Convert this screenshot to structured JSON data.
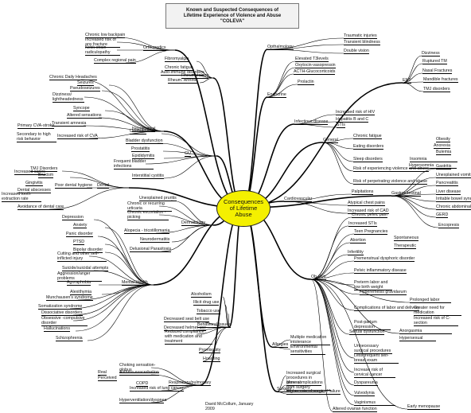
{
  "title": {
    "line1": "Known and Suspected Consequences of",
    "line2": "Lifetime Experience of Violence and Abuse",
    "line3": "\"COLEVA\""
  },
  "center": {
    "line1": "Consequences",
    "line2": "of Lifetime",
    "line3": "Abuse"
  },
  "author": {
    "line1": "David McCollum, January",
    "line2": "2009"
  },
  "labels": [
    "Orthopedics",
    "Chronic low backpain",
    "Increased risk of any fracture",
    "Neck strain-radiculopathy",
    "Complex regional pain",
    "Rheumatology",
    "Fibromyalgia",
    "Chronic fatigue",
    "Auto-immune disorders",
    "Rheum. Arthritis",
    "Neurological",
    "Chronic Daily Headaches",
    "Seizures",
    "Pseudoseizures",
    "Dizziness/ lightheadedness",
    "Syncope",
    "Altered sensations",
    "Transient amnesia",
    "Primary CVA-stroke",
    "Increased risk of CVA",
    "Secondary to high risk behavior",
    "GU",
    "Urethritis",
    "Bladder dysfunction",
    "Prostatitis",
    "Epididymitis",
    "Frequent bladder infections",
    "Interstitial cystitis",
    "Dental",
    "TMJ Disorders",
    "Bruxism",
    "Increased caries",
    "Gingivitis",
    "Poor dental hygiene",
    "Dental abscesses",
    "Increased tooth extraction rate",
    "Avoidance of dental care",
    "Dermatology",
    "Unexplained pruritis",
    "Chronic or recurring urticaria",
    "Chronic excoriation - picking",
    "Alopecia - tricotillomania",
    "Neurodermatitis",
    "Delusional Parasitosis",
    "Mental Health",
    "Depression",
    "Anxiety",
    "Panic disorder",
    "PTSD",
    "Bipolar disorder",
    "Cutting and other self-inflicted injury",
    "Suicide/suicidal attempts",
    "Aggression/anger problems",
    "Agoraphobia",
    "Alexithymia",
    "Munchausen's syndrome",
    "Somatization syndrome",
    "Dissociative disorders",
    "Obsessive -compulsive disorder",
    "Hallucinations",
    "Schizophrenia",
    "Behavioral Issues",
    "Alcoholism",
    "Illicit drug use",
    "Tobacco use",
    "Decreased seat belt use",
    "Decreased helmet use",
    "Reduced compliance with medication and treatment",
    "Promiscuity",
    "Hoarding",
    "Respiratory/pulmonary",
    "Choking sensation-globus",
    "Asthma exacerbation",
    "Real",
    "Perceived",
    "COPD",
    "Increased risk of lung cancer",
    "Hyperventilation/dyspnea",
    "Allergies",
    "Multiple medication intolerance",
    "Environmental sensitivities",
    "Surgery",
    "Increased surgical procedures in general",
    "More complications from surgery",
    "Higher rate of surgical failure",
    "Opthalmology",
    "Traumatic injuries",
    "Transient blindness",
    "Double vision",
    "Endocrine",
    "Elevated T3levels",
    "Oxytocin-vasopressin",
    "ACTH-Glucocorticoids",
    "Prolactin",
    "ENT",
    "Dizziness",
    "Ruptured TM",
    "Nasal Fractures",
    "Mandible fractures",
    "TMJ disorders",
    "Infectious disease",
    "Increased risk of HIV",
    "Hepatitis B and C",
    "STIs",
    "General",
    "Chronic fatigue",
    "Eating disorders",
    "Obesity",
    "Anorexia",
    "Bulemia",
    "Sleep disorders",
    "Insomnia",
    "Hypersomnia",
    "Risk of experiencing violence and abuse",
    "Risk of perpetrating violence and abuse",
    "Cardiovascular",
    "Palpitations",
    "Atypical chest pains",
    "Increased risk of CAD",
    "Gastrointestinal",
    "Gastritis",
    "Unexplained vomiting",
    "Pancreatitis",
    "Liver disease",
    "Irritable bowel syndrome",
    "Chronic abdominal pain",
    "GERD",
    "Encopresis",
    "Ob-Gyn",
    "Chronic pelvic pain",
    "Increased STIs",
    "Teen Pregnancies",
    "Abortion",
    "Spontaneous",
    "Therapeutic",
    "Infertility",
    "Premenstrual dysphoric disorder",
    "Pelvic inflammatory disease",
    "Preterm labor and low birth weight",
    "Hyperemesis gravidarum",
    "Complications of labor and delivery",
    "Prolonged labor",
    "Greater need for medication",
    "Increased risk of C-section",
    "Post-partum depression",
    "Sexual dysfunction",
    "Anorgasmia",
    "Hypersexual",
    "Unnecessary surgical procedures",
    "Less frequent self-breast exam",
    "Increase risk of cervical cancer",
    "Dyspareunia",
    "Vulvodynia",
    "Vaginismus",
    "Altered ovarian function",
    "Early menopause"
  ]
}
